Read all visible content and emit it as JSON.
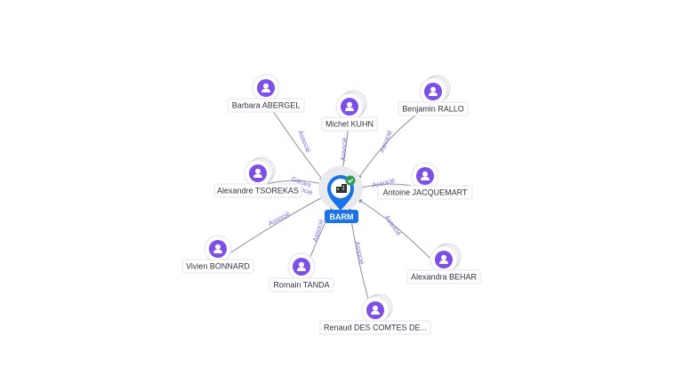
{
  "company": {
    "name": "BARM",
    "icon": "building-icon",
    "status_icon": "check-icon",
    "colors": {
      "pin": "#1a73e8",
      "status": "#2e9b4f",
      "person": "#7d4fe6",
      "label": "#7570d8"
    }
  },
  "people": [
    {
      "id": "barbara-abergel",
      "name": "Barbara ABERGEL",
      "role": "Associé",
      "icon": "person-icon",
      "stacked": false
    },
    {
      "id": "michel-kuhn",
      "name": "Michel KUHN",
      "role": "Associé",
      "icon": "person-icon",
      "stacked": true
    },
    {
      "id": "benjamin-rallo",
      "name": "Benjamin RALLO",
      "role": "Associé",
      "icon": "person-icon",
      "stacked": true
    },
    {
      "id": "alexandre-tsorekas",
      "name": "Alexandre TSOREKAS",
      "role": "Gérant",
      "role2": "Associé",
      "icon": "person-icon",
      "stacked": true
    },
    {
      "id": "antoine-jacquemart",
      "name": "Antoine JACQUEMART",
      "role": "Associé",
      "icon": "person-icon",
      "stacked": false
    },
    {
      "id": "vivien-bonnard",
      "name": "Vivien BONNARD",
      "role": "Associé",
      "icon": "person-icon",
      "stacked": false
    },
    {
      "id": "romain-tanda",
      "name": "Romain TANDA",
      "role": "Associé",
      "icon": "person-icon",
      "stacked": false
    },
    {
      "id": "alexandra-behar",
      "name": "Alexandra BEHAR",
      "role": "Associé",
      "icon": "person-icon",
      "stacked": true
    },
    {
      "id": "renaud-des-comtes",
      "name": "Renaud DES COMTES DE...",
      "role": "Associé",
      "icon": "person-icon",
      "stacked": true
    }
  ]
}
